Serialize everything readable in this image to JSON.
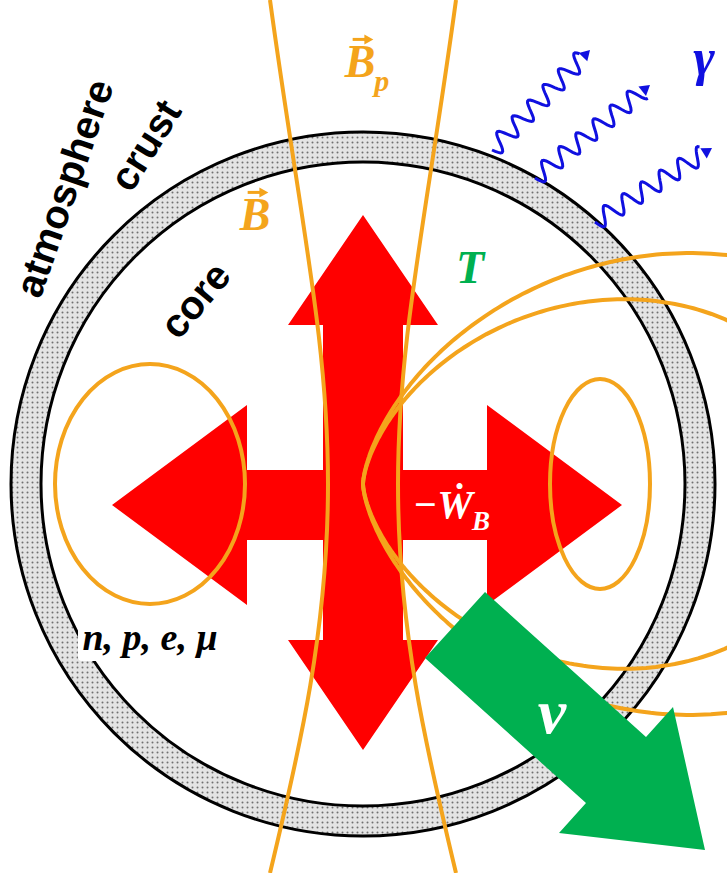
{
  "diagram": {
    "labels": [
      "atmosphere",
      "crust",
      "core",
      "B",
      "p",
      "B",
      "T",
      "−Ẇ",
      "B",
      "n, p, e, μ",
      "ν",
      "γ"
    ]
  }
}
